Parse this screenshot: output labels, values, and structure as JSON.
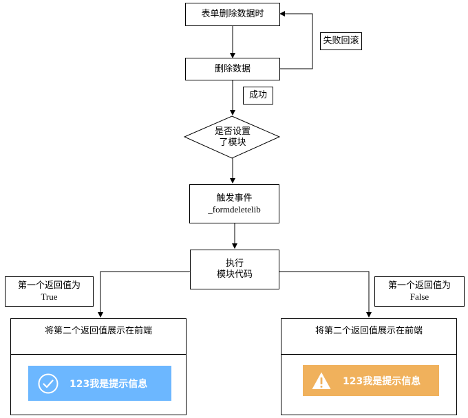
{
  "nodes": {
    "start": "表单删除数据时",
    "delete": "删除数据",
    "decision_line1": "是否设置",
    "decision_line2": "了模块",
    "trigger_line1": "触发事件",
    "trigger_line2": "_formdeletelib",
    "execute_line1": "执行",
    "execute_line2": "模块代码"
  },
  "edge_labels": {
    "failure_rollback": "失败回滚",
    "success": "成功",
    "true_line1": "第一个返回值为",
    "true_line2": "True",
    "false_line1": "第一个返回值为",
    "false_line2": "False"
  },
  "panels": {
    "left_title": "将第二个返回值展示在前端",
    "right_title": "将第二个返回值展示在前端",
    "left_toast_text": "123我是提示信息",
    "right_toast_text": "123我是提示信息"
  },
  "colors": {
    "success_toast": "#6cb7ff",
    "warning_toast": "#f0b15c"
  },
  "icons": {
    "left_toast": "check-circle-icon",
    "right_toast": "warning-triangle-icon"
  }
}
